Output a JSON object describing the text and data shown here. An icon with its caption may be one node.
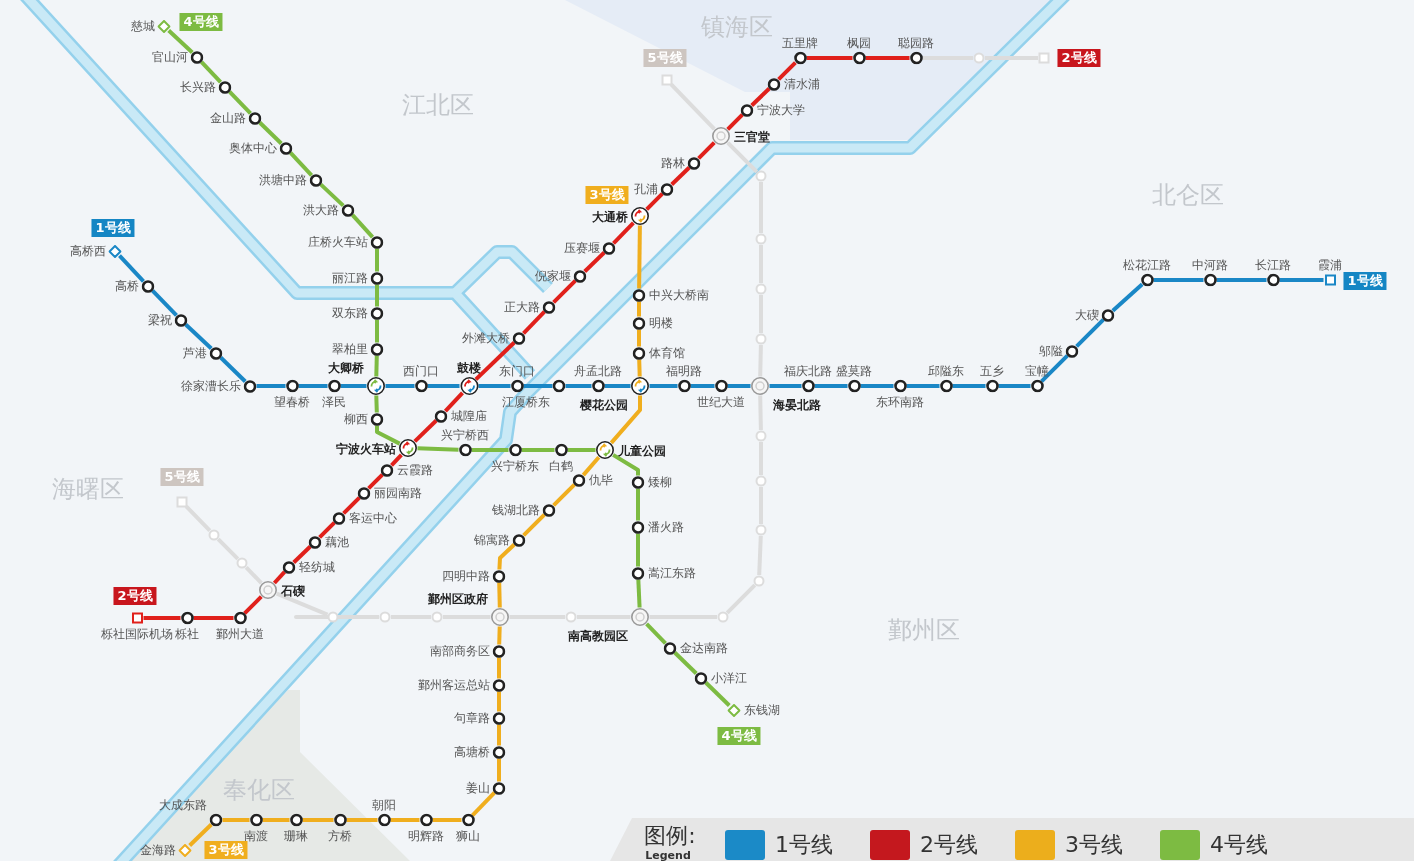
{
  "diagram": {
    "nodes": [
      {
        "text": [
          "慈城"
        ]
      },
      {
        "text": [
          "官山河"
        ]
      },
      {
        "text": [
          "长兴路"
        ]
      },
      {
        "text": [
          "金山路"
        ]
      },
      {
        "text": [
          "奥体中心"
        ]
      },
      {
        "text": [
          "洪塘中路"
        ]
      },
      {
        "text": [
          "洪大路"
        ]
      },
      {
        "text": [
          "庄桥火车站"
        ]
      },
      {
        "text": [
          "丽江路"
        ]
      },
      {
        "text": [
          "双东路"
        ]
      },
      {
        "text": [
          "翠柏里"
        ]
      },
      {
        "text": [
          "大卿桥"
        ]
      },
      {
        "text": [
          "柳西"
        ]
      },
      {
        "text": [
          "宁波火车站"
        ]
      },
      {
        "text": [
          "兴宁桥西"
        ]
      },
      {
        "text": [
          "兴宁桥东"
        ]
      },
      {
        "text": [
          "白鹤"
        ]
      },
      {
        "text": [
          "儿童公园"
        ]
      },
      {
        "text": [
          "矮柳"
        ]
      },
      {
        "text": [
          "潘火路"
        ]
      },
      {
        "text": [
          "嵩江东路"
        ]
      },
      {
        "text": [
          "南高教园区"
        ]
      },
      {
        "text": [
          "金达南路"
        ]
      },
      {
        "text": [
          "小洋江"
        ]
      },
      {
        "text": [
          "东钱湖"
        ]
      },
      {
        "text": [
          "高桥西"
        ]
      },
      {
        "text": [
          "高桥"
        ]
      },
      {
        "text": [
          "梁祝"
        ]
      },
      {
        "text": [
          "芦港"
        ]
      },
      {
        "text": [
          "徐家漕长乐"
        ]
      },
      {
        "text": [
          "望春桥"
        ]
      },
      {
        "text": [
          "泽民"
        ]
      },
      {
        "text": [
          "西门口"
        ]
      },
      {
        "text": [
          "鼓楼"
        ]
      },
      {
        "text": [
          "东门口"
        ]
      },
      {
        "text": [
          "江厦桥东"
        ]
      },
      {
        "text": [
          "舟孟北路"
        ]
      },
      {
        "text": [
          "樱花公园"
        ]
      },
      {
        "text": [
          "福明路"
        ]
      },
      {
        "text": [
          "世纪大道"
        ]
      },
      {
        "text": [
          "海晏北路"
        ]
      },
      {
        "text": [
          "福庆北路"
        ]
      },
      {
        "text": [
          "盛莫路"
        ]
      },
      {
        "text": [
          "东环南路"
        ]
      },
      {
        "text": [
          "邱隘东"
        ]
      },
      {
        "text": [
          "五乡"
        ]
      },
      {
        "text": [
          "宝幢"
        ]
      },
      {
        "text": [
          "邬隘"
        ]
      },
      {
        "text": [
          "大碶"
        ]
      },
      {
        "text": [
          "松花江路"
        ]
      },
      {
        "text": [
          "中河路"
        ]
      },
      {
        "text": [
          "长江路"
        ]
      },
      {
        "text": [
          "霞浦"
        ]
      },
      {
        "text": [
          "栎社国际机场"
        ]
      },
      {
        "text": [
          "栎社"
        ]
      },
      {
        "text": [
          "鄞州大道"
        ]
      },
      {
        "text": [
          "石碶"
        ]
      },
      {
        "text": [
          "轻纺城"
        ]
      },
      {
        "text": [
          "藕池"
        ]
      },
      {
        "text": [
          "客运中心"
        ]
      },
      {
        "text": [
          "丽园南路"
        ]
      },
      {
        "text": [
          "云霞路"
        ]
      },
      {
        "text": [
          "城隍庙"
        ]
      },
      {
        "text": [
          "外滩大桥"
        ]
      },
      {
        "text": [
          "正大路"
        ]
      },
      {
        "text": [
          "倪家堰"
        ]
      },
      {
        "text": [
          "压赛堰"
        ]
      },
      {
        "text": [
          "大通桥"
        ]
      },
      {
        "text": [
          "孔浦"
        ]
      },
      {
        "text": [
          "路林"
        ]
      },
      {
        "text": [
          "三官堂"
        ]
      },
      {
        "text": [
          "宁波大学"
        ]
      },
      {
        "text": [
          "清水浦"
        ]
      },
      {
        "text": [
          "五里牌"
        ]
      },
      {
        "text": [
          "枫园"
        ]
      },
      {
        "text": [
          "聪园路"
        ]
      },
      {
        "text": [],
        "shape": "circle"
      },
      {
        "text": [],
        "shape": "box"
      },
      {
        "text": [
          "中兴大桥南"
        ]
      },
      {
        "text": [
          "明楼"
        ]
      },
      {
        "text": [
          "体育馆"
        ]
      },
      {
        "text": [
          "仇毕"
        ]
      },
      {
        "text": [
          "钱湖北路"
        ]
      },
      {
        "text": [
          "锦寓路"
        ]
      },
      {
        "text": [
          "四明中路"
        ]
      },
      {
        "text": [
          "鄞州区政府"
        ]
      },
      {
        "text": [
          "南部商务区"
        ]
      },
      {
        "text": [
          "鄞州客运总站"
        ]
      },
      {
        "text": [
          "句章路"
        ]
      },
      {
        "text": [
          "高塘桥"
        ]
      },
      {
        "text": [
          "姜山"
        ]
      },
      {
        "text": [
          "狮山"
        ]
      },
      {
        "text": [
          "明辉路"
        ]
      },
      {
        "text": [
          "朝阳"
        ]
      },
      {
        "text": [
          "方桥"
        ]
      },
      {
        "text": [
          "珊琳"
        ]
      },
      {
        "text": [
          "南渡"
        ]
      },
      {
        "text": [
          "大成东路"
        ]
      },
      {
        "text": [
          "金海路"
        ]
      },
      {
        "text": [],
        "shape": "box"
      },
      {
        "text": [],
        "shape": "circle"
      },
      {
        "text": [],
        "shape": "circle"
      },
      {
        "text": [],
        "shape": "circle"
      },
      {
        "text": [],
        "shape": "circle"
      },
      {
        "text": [],
        "shape": "circle"
      },
      {
        "text": [],
        "shape": "circle"
      },
      {
        "text": [],
        "shape": "circle"
      },
      {
        "text": [],
        "shape": "circle"
      },
      {
        "text": [],
        "shape": "circle"
      },
      {
        "text": [],
        "shape": "circle"
      },
      {
        "text": [],
        "shape": "circle"
      },
      {
        "text": [],
        "shape": "circle"
      },
      {
        "text": [],
        "shape": "circle"
      },
      {
        "text": [],
        "shape": "circle"
      },
      {
        "text": [],
        "shape": "circle"
      },
      {
        "text": [],
        "shape": "box"
      }
    ],
    "edges": [
      {
        "from": 0,
        "to": 1,
        "arrow": "none",
        "color": "#7dbb42"
      },
      {
        "from": 1,
        "to": 2,
        "arrow": "none",
        "color": "#7dbb42"
      },
      {
        "from": 2,
        "to": 3,
        "arrow": "none",
        "color": "#7dbb42"
      },
      {
        "from": 3,
        "to": 4,
        "arrow": "none",
        "color": "#7dbb42"
      },
      {
        "from": 4,
        "to": 5,
        "arrow": "none",
        "color": "#7dbb42"
      },
      {
        "from": 5,
        "to": 6,
        "arrow": "none",
        "color": "#7dbb42"
      },
      {
        "from": 6,
        "to": 7,
        "arrow": "none",
        "color": "#7dbb42"
      },
      {
        "from": 7,
        "to": 8,
        "arrow": "none",
        "color": "#7dbb42"
      },
      {
        "from": 8,
        "to": 9,
        "arrow": "none",
        "color": "#7dbb42"
      },
      {
        "from": 9,
        "to": 10,
        "arrow": "none",
        "color": "#7dbb42"
      },
      {
        "from": 10,
        "to": 11,
        "arrow": "none",
        "color": "#7dbb42"
      },
      {
        "from": 11,
        "to": 12,
        "arrow": "none",
        "color": "#7dbb42"
      },
      {
        "from": 12,
        "to": 13,
        "arrow": "none",
        "color": "#7dbb42"
      },
      {
        "from": 13,
        "to": 14,
        "arrow": "none",
        "color": "#7dbb42"
      },
      {
        "from": 14,
        "to": 15,
        "arrow": "none",
        "color": "#7dbb42"
      },
      {
        "from": 15,
        "to": 16,
        "arrow": "none",
        "color": "#7dbb42"
      },
      {
        "from": 16,
        "to": 17,
        "arrow": "none",
        "color": "#7dbb42"
      },
      {
        "from": 17,
        "to": 18,
        "arrow": "none",
        "color": "#7dbb42"
      },
      {
        "from": 18,
        "to": 19,
        "arrow": "none",
        "color": "#7dbb42"
      },
      {
        "from": 19,
        "to": 20,
        "arrow": "none",
        "color": "#7dbb42"
      },
      {
        "from": 20,
        "to": 21,
        "arrow": "none",
        "color": "#7dbb42"
      },
      {
        "from": 21,
        "to": 22,
        "arrow": "none",
        "color": "#7dbb42"
      },
      {
        "from": 22,
        "to": 23,
        "arrow": "none",
        "color": "#7dbb42"
      },
      {
        "from": 23,
        "to": 24,
        "arrow": "none",
        "color": "#7dbb42"
      },
      {
        "from": 25,
        "to": 26,
        "arrow": "none",
        "color": "#1a87c6"
      },
      {
        "from": 26,
        "to": 27,
        "arrow": "none",
        "color": "#1a87c6"
      },
      {
        "from": 27,
        "to": 28,
        "arrow": "none",
        "color": "#1a87c6"
      },
      {
        "from": 28,
        "to": 29,
        "arrow": "none",
        "color": "#1a87c6"
      },
      {
        "from": 29,
        "to": 30,
        "arrow": "none",
        "color": "#1a87c6"
      },
      {
        "from": 30,
        "to": 31,
        "arrow": "none",
        "color": "#1a87c6"
      },
      {
        "from": 31,
        "to": 11,
        "arrow": "none",
        "color": "#1a87c6"
      },
      {
        "from": 11,
        "to": 32,
        "arrow": "none",
        "color": "#1a87c6"
      },
      {
        "from": 32,
        "to": 33,
        "arrow": "none",
        "color": "#1a87c6"
      },
      {
        "from": 33,
        "to": 34,
        "arrow": "none",
        "color": "#1a87c6"
      },
      {
        "from": 34,
        "to": 35,
        "arrow": "none",
        "color": "#1a87c6"
      },
      {
        "from": 35,
        "to": 36,
        "arrow": "none",
        "color": "#1a87c6"
      },
      {
        "from": 36,
        "to": 37,
        "arrow": "none",
        "color": "#1a87c6"
      },
      {
        "from": 37,
        "to": 38,
        "arrow": "none",
        "color": "#1a87c6"
      },
      {
        "from": 38,
        "to": 39,
        "arrow": "none",
        "color": "#1a87c6"
      },
      {
        "from": 39,
        "to": 40,
        "arrow": "none",
        "color": "#1a87c6"
      },
      {
        "from": 40,
        "to": 41,
        "arrow": "none",
        "color": "#1a87c6"
      },
      {
        "from": 41,
        "to": 42,
        "arrow": "none",
        "color": "#1a87c6"
      },
      {
        "from": 42,
        "to": 43,
        "arrow": "none",
        "color": "#1a87c6"
      },
      {
        "from": 43,
        "to": 44,
        "arrow": "none",
        "color": "#1a87c6"
      },
      {
        "from": 44,
        "to": 45,
        "arrow": "none",
        "color": "#1a87c6"
      },
      {
        "from": 45,
        "to": 46,
        "arrow": "none",
        "color": "#1a87c6"
      },
      {
        "from": 46,
        "to": 47,
        "arrow": "none",
        "color": "#1a87c6"
      },
      {
        "from": 47,
        "to": 48,
        "arrow": "none",
        "color": "#1a87c6"
      },
      {
        "from": 48,
        "to": 49,
        "arrow": "none",
        "color": "#1a87c6"
      },
      {
        "from": 49,
        "to": 50,
        "arrow": "none",
        "color": "#1a87c6"
      },
      {
        "from": 50,
        "to": 51,
        "arrow": "none",
        "color": "#1a87c6"
      },
      {
        "from": 51,
        "to": 52,
        "arrow": "none",
        "color": "#1a87c6"
      },
      {
        "from": 53,
        "to": 54,
        "arrow": "none",
        "color": "#e0201b"
      },
      {
        "from": 54,
        "to": 55,
        "arrow": "none",
        "color": "#e0201b"
      },
      {
        "from": 55,
        "to": 56,
        "arrow": "none",
        "color": "#e0201b"
      },
      {
        "from": 56,
        "to": 57,
        "arrow": "none",
        "color": "#e0201b"
      },
      {
        "from": 57,
        "to": 58,
        "arrow": "none",
        "color": "#e0201b"
      },
      {
        "from": 58,
        "to": 59,
        "arrow": "none",
        "color": "#e0201b"
      },
      {
        "from": 59,
        "to": 60,
        "arrow": "none",
        "color": "#e0201b"
      },
      {
        "from": 60,
        "to": 61,
        "arrow": "none",
        "color": "#e0201b"
      },
      {
        "from": 61,
        "to": 13,
        "arrow": "none",
        "color": "#e0201b"
      },
      {
        "from": 13,
        "to": 62,
        "arrow": "none",
        "color": "#e0201b"
      },
      {
        "from": 62,
        "to": 33,
        "arrow": "none",
        "color": "#e0201b"
      },
      {
        "from": 33,
        "to": 63,
        "arrow": "none",
        "color": "#e0201b"
      },
      {
        "from": 63,
        "to": 64,
        "arrow": "none",
        "color": "#e0201b"
      },
      {
        "from": 64,
        "to": 65,
        "arrow": "none",
        "color": "#e0201b"
      },
      {
        "from": 65,
        "to": 66,
        "arrow": "none",
        "color": "#e0201b"
      },
      {
        "from": 66,
        "to": 67,
        "arrow": "none",
        "color": "#e0201b"
      },
      {
        "from": 67,
        "to": 68,
        "arrow": "none",
        "color": "#e0201b"
      },
      {
        "from": 68,
        "to": 69,
        "arrow": "none",
        "color": "#e0201b"
      },
      {
        "from": 69,
        "to": 70,
        "arrow": "none",
        "color": "#e0201b"
      },
      {
        "from": 70,
        "to": 71,
        "arrow": "none",
        "color": "#e0201b"
      },
      {
        "from": 71,
        "to": 72,
        "arrow": "none",
        "color": "#e0201b"
      },
      {
        "from": 72,
        "to": 73,
        "arrow": "none",
        "color": "#e0201b"
      },
      {
        "from": 73,
        "to": 74,
        "arrow": "none",
        "color": "#e0201b"
      },
      {
        "from": 74,
        "to": 75,
        "arrow": "none",
        "color": "#e0201b"
      },
      {
        "from": 75,
        "to": 76,
        "arrow": "none",
        "color": "#dcdcdc"
      },
      {
        "from": 76,
        "to": 77,
        "arrow": "none",
        "color": "#dcdcdc"
      },
      {
        "from": 67,
        "to": 78,
        "arrow": "none",
        "color": "#f0ae1e"
      },
      {
        "from": 78,
        "to": 79,
        "arrow": "none",
        "color": "#f0ae1e"
      },
      {
        "from": 79,
        "to": 80,
        "arrow": "none",
        "color": "#f0ae1e"
      },
      {
        "from": 80,
        "to": 37,
        "arrow": "none",
        "color": "#f0ae1e"
      },
      {
        "from": 37,
        "to": 17,
        "arrow": "none",
        "color": "#f0ae1e"
      },
      {
        "from": 17,
        "to": 81,
        "arrow": "none",
        "color": "#f0ae1e"
      },
      {
        "from": 81,
        "to": 82,
        "arrow": "none",
        "color": "#f0ae1e"
      },
      {
        "from": 82,
        "to": 83,
        "arrow": "none",
        "color": "#f0ae1e"
      },
      {
        "from": 83,
        "to": 84,
        "arrow": "none",
        "color": "#f0ae1e"
      },
      {
        "from": 84,
        "to": 85,
        "arrow": "none",
        "color": "#f0ae1e"
      },
      {
        "from": 85,
        "to": 86,
        "arrow": "none",
        "color": "#f0ae1e"
      },
      {
        "from": 86,
        "to": 87,
        "arrow": "none",
        "color": "#f0ae1e"
      },
      {
        "from": 87,
        "to": 88,
        "arrow": "none",
        "color": "#f0ae1e"
      },
      {
        "from": 88,
        "to": 89,
        "arrow": "none",
        "color": "#f0ae1e"
      },
      {
        "from": 89,
        "to": 90,
        "arrow": "none",
        "color": "#f0ae1e"
      },
      {
        "from": 90,
        "to": 91,
        "arrow": "none",
        "color": "#f0ae1e"
      },
      {
        "from": 91,
        "to": 92,
        "arrow": "none",
        "color": "#f0ae1e"
      },
      {
        "from": 92,
        "to": 93,
        "arrow": "none",
        "color": "#f0ae1e"
      },
      {
        "from": 93,
        "to": 94,
        "arrow": "none",
        "color": "#f0ae1e"
      },
      {
        "from": 94,
        "to": 95,
        "arrow": "none",
        "color": "#f0ae1e"
      },
      {
        "from": 95,
        "to": 96,
        "arrow": "none",
        "color": "#f0ae1e"
      },
      {
        "from": 96,
        "to": 97,
        "arrow": "none",
        "color": "#f0ae1e"
      },
      {
        "from": 97,
        "to": 98,
        "arrow": "none",
        "color": "#f0ae1e"
      },
      {
        "from": 99,
        "to": 70,
        "arrow": "none",
        "color": "#dcdcdc"
      },
      {
        "from": 70,
        "to": 100,
        "arrow": "none",
        "color": "#dcdcdc"
      },
      {
        "from": 100,
        "to": 101,
        "arrow": "none",
        "color": "#dcdcdc"
      },
      {
        "from": 101,
        "to": 102,
        "arrow": "none",
        "color": "#dcdcdc"
      },
      {
        "from": 102,
        "to": 103,
        "arrow": "none",
        "color": "#dcdcdc"
      },
      {
        "from": 103,
        "to": 40,
        "arrow": "none",
        "color": "#dcdcdc"
      },
      {
        "from": 40,
        "to": 104,
        "arrow": "none",
        "color": "#dcdcdc"
      },
      {
        "from": 104,
        "to": 105,
        "arrow": "none",
        "color": "#dcdcdc"
      },
      {
        "from": 105,
        "to": 106,
        "arrow": "none",
        "color": "#dcdcdc"
      },
      {
        "from": 106,
        "to": 107,
        "arrow": "none",
        "color": "#dcdcdc"
      },
      {
        "from": 107,
        "to": 108,
        "arrow": "none",
        "color": "#dcdcdc"
      },
      {
        "from": 108,
        "to": 21,
        "arrow": "none",
        "color": "#dcdcdc"
      },
      {
        "from": 21,
        "to": 109,
        "arrow": "none",
        "color": "#dcdcdc"
      },
      {
        "from": 109,
        "to": 85,
        "arrow": "none",
        "color": "#dcdcdc"
      },
      {
        "from": 85,
        "to": 110,
        "arrow": "none",
        "color": "#dcdcdc"
      },
      {
        "from": 110,
        "to": 111,
        "arrow": "none",
        "color": "#dcdcdc"
      },
      {
        "from": 111,
        "to": 112,
        "arrow": "none",
        "color": "#dcdcdc"
      },
      {
        "from": 112,
        "to": 56,
        "arrow": "none",
        "color": "#dcdcdc"
      },
      {
        "from": 56,
        "to": 113,
        "arrow": "none",
        "color": "#dcdcdc"
      },
      {
        "from": 113,
        "to": 114,
        "arrow": "none",
        "color": "#dcdcdc"
      },
      {
        "from": 114,
        "to": 115,
        "arrow": "none",
        "color": "#dcdcdc"
      }
    ],
    "labels": [
      "4号线",
      "镇海区",
      "5号线",
      "2号线",
      "江北区",
      "3号线",
      "北仑区",
      "1号线",
      "1号线",
      "5号线",
      "海曙区",
      "2号线",
      "鄞州区",
      "4号线",
      "奉化区",
      "3号线",
      "图例:",
      "Legend"
    ],
    "legend": [
      {
        "text": "1号线",
        "color": "#1b8ac7"
      },
      {
        "text": "2号线",
        "color": "#c4181e"
      },
      {
        "text": "3号线",
        "color": "#ecae1c"
      },
      {
        "text": "4号线",
        "color": "#7dbb42"
      }
    ]
  }
}
